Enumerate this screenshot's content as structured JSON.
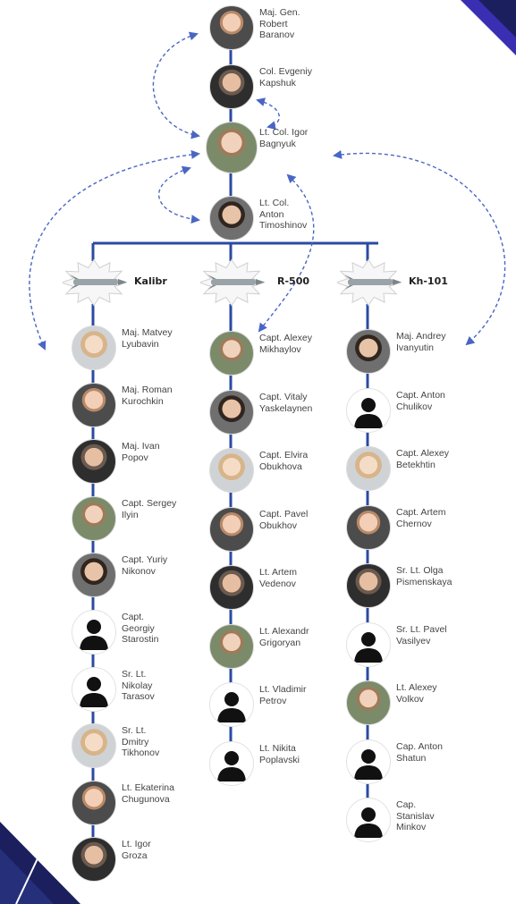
{
  "colors": {
    "line": "#2b4aa3",
    "arrow": "#4a66c4",
    "corner_dark": "#1b1f5e",
    "corner_accent": "#3a2fb3"
  },
  "top_chain": [
    {
      "name": "Maj. Gen.\nRobert\nBaranov",
      "photo": true
    },
    {
      "name": "Col. Evgeniy\nKapshuk",
      "photo": true
    },
    {
      "name": "Lt. Col. Igor\nBagnyuk",
      "photo": true
    },
    {
      "name": "Lt. Col.\nAnton\nTimoshinov",
      "photo": true
    }
  ],
  "missiles": [
    {
      "label": "Kalibr",
      "icon": "explosion-missile-icon"
    },
    {
      "label": "R-500",
      "icon": "explosion-missile-icon"
    },
    {
      "label": "Kh-101",
      "icon": "explosion-missile-icon"
    }
  ],
  "columns": [
    {
      "team": "Kalibr",
      "members": [
        {
          "name": "Maj. Matvey\nLyubavin",
          "photo": true
        },
        {
          "name": "Maj. Roman\nKurochkin",
          "photo": true
        },
        {
          "name": "Maj. Ivan\nPopov",
          "photo": true
        },
        {
          "name": "Capt. Sergey\nIlyin",
          "photo": true
        },
        {
          "name": "Capt. Yuriy\nNikonov",
          "photo": true
        },
        {
          "name": "Capt.\nGeorgiy\nStarostin",
          "photo": false
        },
        {
          "name": "Sr. Lt.\nNikolay\nTarasov",
          "photo": false
        },
        {
          "name": "Sr. Lt.\nDmitry\nTikhonov",
          "photo": true
        },
        {
          "name": "Lt. Ekaterina\nChugunova",
          "photo": true
        },
        {
          "name": "Lt. Igor\nGroza",
          "photo": true
        }
      ]
    },
    {
      "team": "R-500",
      "members": [
        {
          "name": "Capt. Alexey\nMikhaylov",
          "photo": true
        },
        {
          "name": "Capt. Vitaly\nYaskelaynen",
          "photo": true
        },
        {
          "name": "Capt. Elvira\nObukhova",
          "photo": true
        },
        {
          "name": "Capt. Pavel\nObukhov",
          "photo": true
        },
        {
          "name": "Lt. Artem\nVedenov",
          "photo": true
        },
        {
          "name": "Lt. Alexandr\nGrigoryan",
          "photo": true
        },
        {
          "name": "Lt. Vladimir\nPetrov",
          "photo": false
        },
        {
          "name": "Lt. Nikita\nPoplavski",
          "photo": false
        }
      ]
    },
    {
      "team": "Kh-101",
      "members": [
        {
          "name": "Maj. Andrey\nIvanyutin",
          "photo": true
        },
        {
          "name": "Capt. Anton\nChulikov",
          "photo": false
        },
        {
          "name": "Capt. Alexey\nBetekhtin",
          "photo": true
        },
        {
          "name": "Capt. Artem\nChernov",
          "photo": true
        },
        {
          "name": "Sr. Lt. Olga\nPismenskaya",
          "photo": true
        },
        {
          "name": "Sr. Lt. Pavel\nVasilyev",
          "photo": false
        },
        {
          "name": "Lt. Alexey\nVolkov",
          "photo": true
        },
        {
          "name": "Cap. Anton\nShatun",
          "photo": false
        },
        {
          "name": "Cap.\nStanislav\nMinkov",
          "photo": false
        }
      ]
    }
  ]
}
